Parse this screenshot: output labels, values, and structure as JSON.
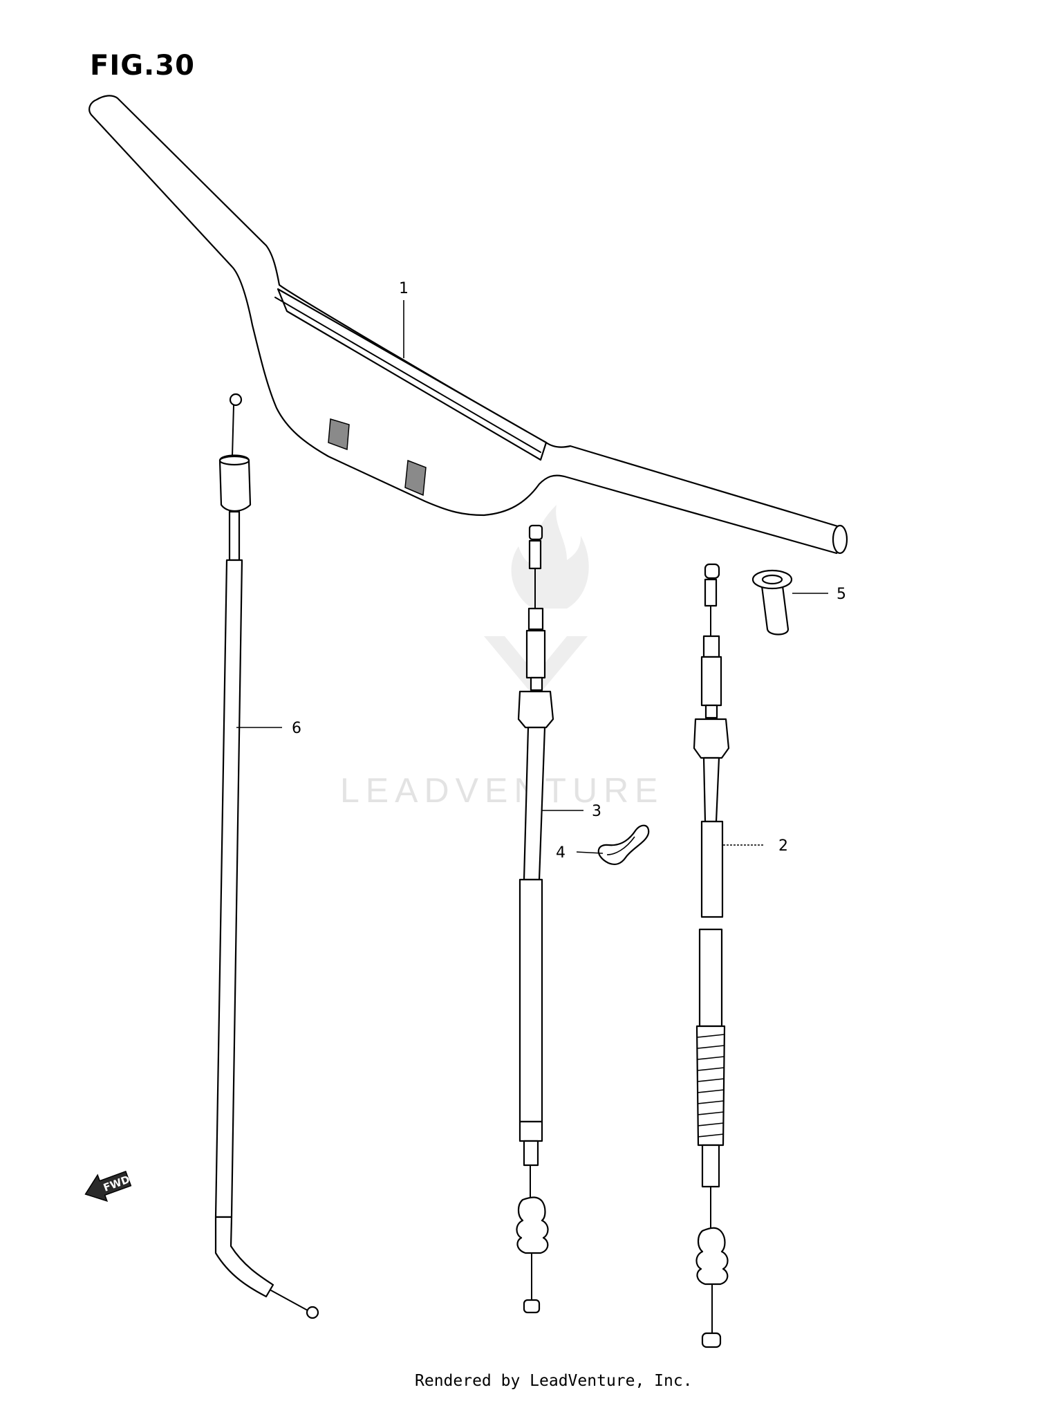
{
  "figure": {
    "title": "FIG.30"
  },
  "callouts": [
    {
      "id": "1",
      "label": "1"
    },
    {
      "id": "2",
      "label": "2"
    },
    {
      "id": "3",
      "label": "3"
    },
    {
      "id": "4",
      "label": "4"
    },
    {
      "id": "5",
      "label": "5"
    },
    {
      "id": "6",
      "label": "6"
    }
  ],
  "direction_marker": {
    "label": "FWD",
    "icon": "fwd-arrow-icon"
  },
  "watermark": {
    "text": "LEADVENTURE",
    "icon": "leadventure-flame-logo"
  },
  "footer": {
    "text": "Rendered by LeadVenture, Inc."
  }
}
